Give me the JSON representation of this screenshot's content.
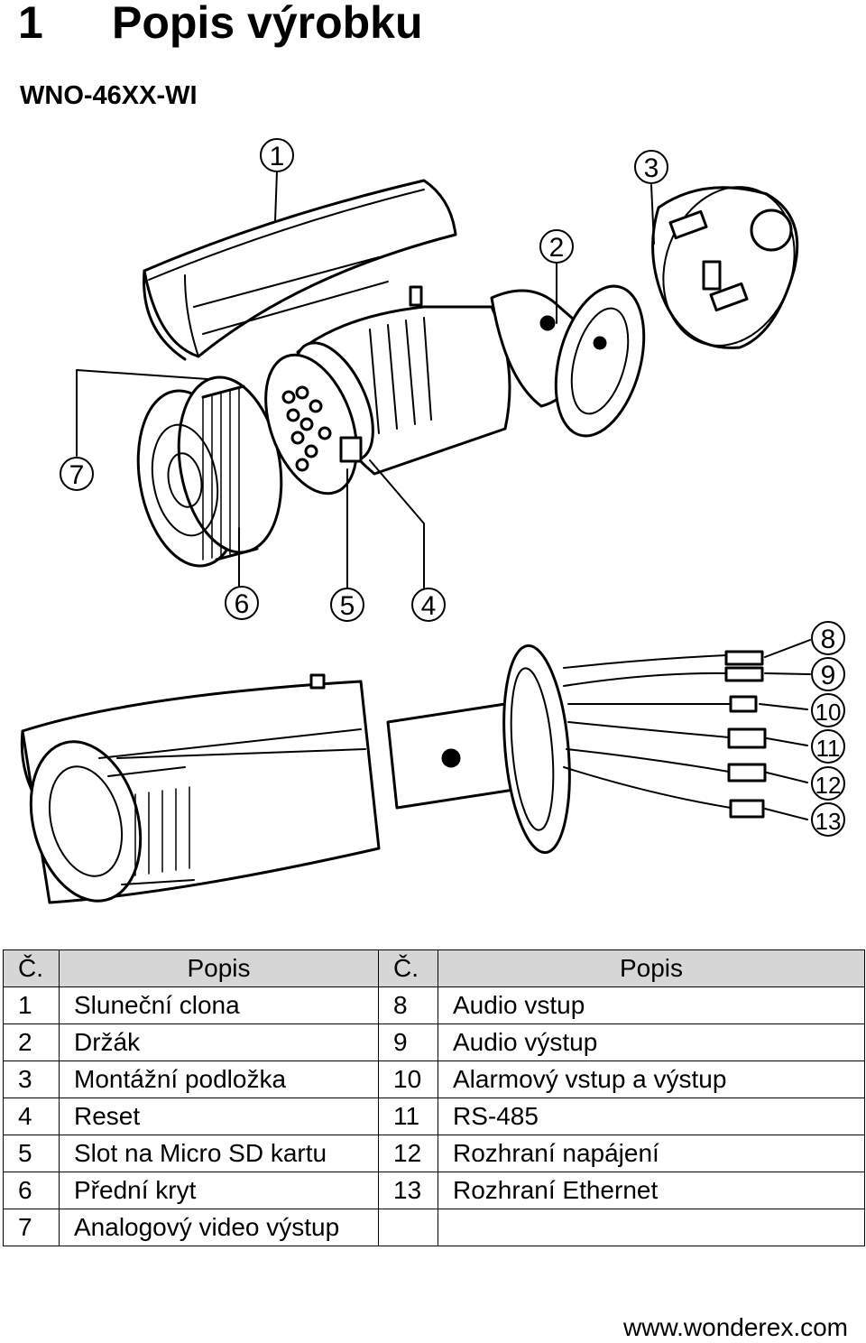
{
  "heading": {
    "number": "1",
    "title": "Popis výrobku"
  },
  "model": "WNO-46XX-WI",
  "figure": {
    "top_callouts": [
      "1",
      "2",
      "3",
      "4",
      "5",
      "6",
      "7"
    ],
    "bottom_callouts": [
      "8",
      "9",
      "10",
      "11",
      "12",
      "13"
    ]
  },
  "table": {
    "headers": [
      "Č.",
      "Popis",
      "Č.",
      "Popis"
    ],
    "rows": [
      [
        "1",
        "Sluneční clona",
        "8",
        "Audio vstup"
      ],
      [
        "2",
        "Držák",
        "9",
        "Audio výstup"
      ],
      [
        "3",
        "Montážní podložka",
        "10",
        "Alarmový vstup a výstup"
      ],
      [
        "4",
        "Reset",
        "11",
        "RS-485"
      ],
      [
        "5",
        "Slot na Micro SD kartu",
        "12",
        "Rozhraní napájení"
      ],
      [
        "6",
        "Přední kryt",
        "13",
        "Rozhraní Ethernet"
      ],
      [
        "7",
        "Analogový video výstup",
        "",
        ""
      ]
    ]
  },
  "footer": "www.wonderex.com"
}
